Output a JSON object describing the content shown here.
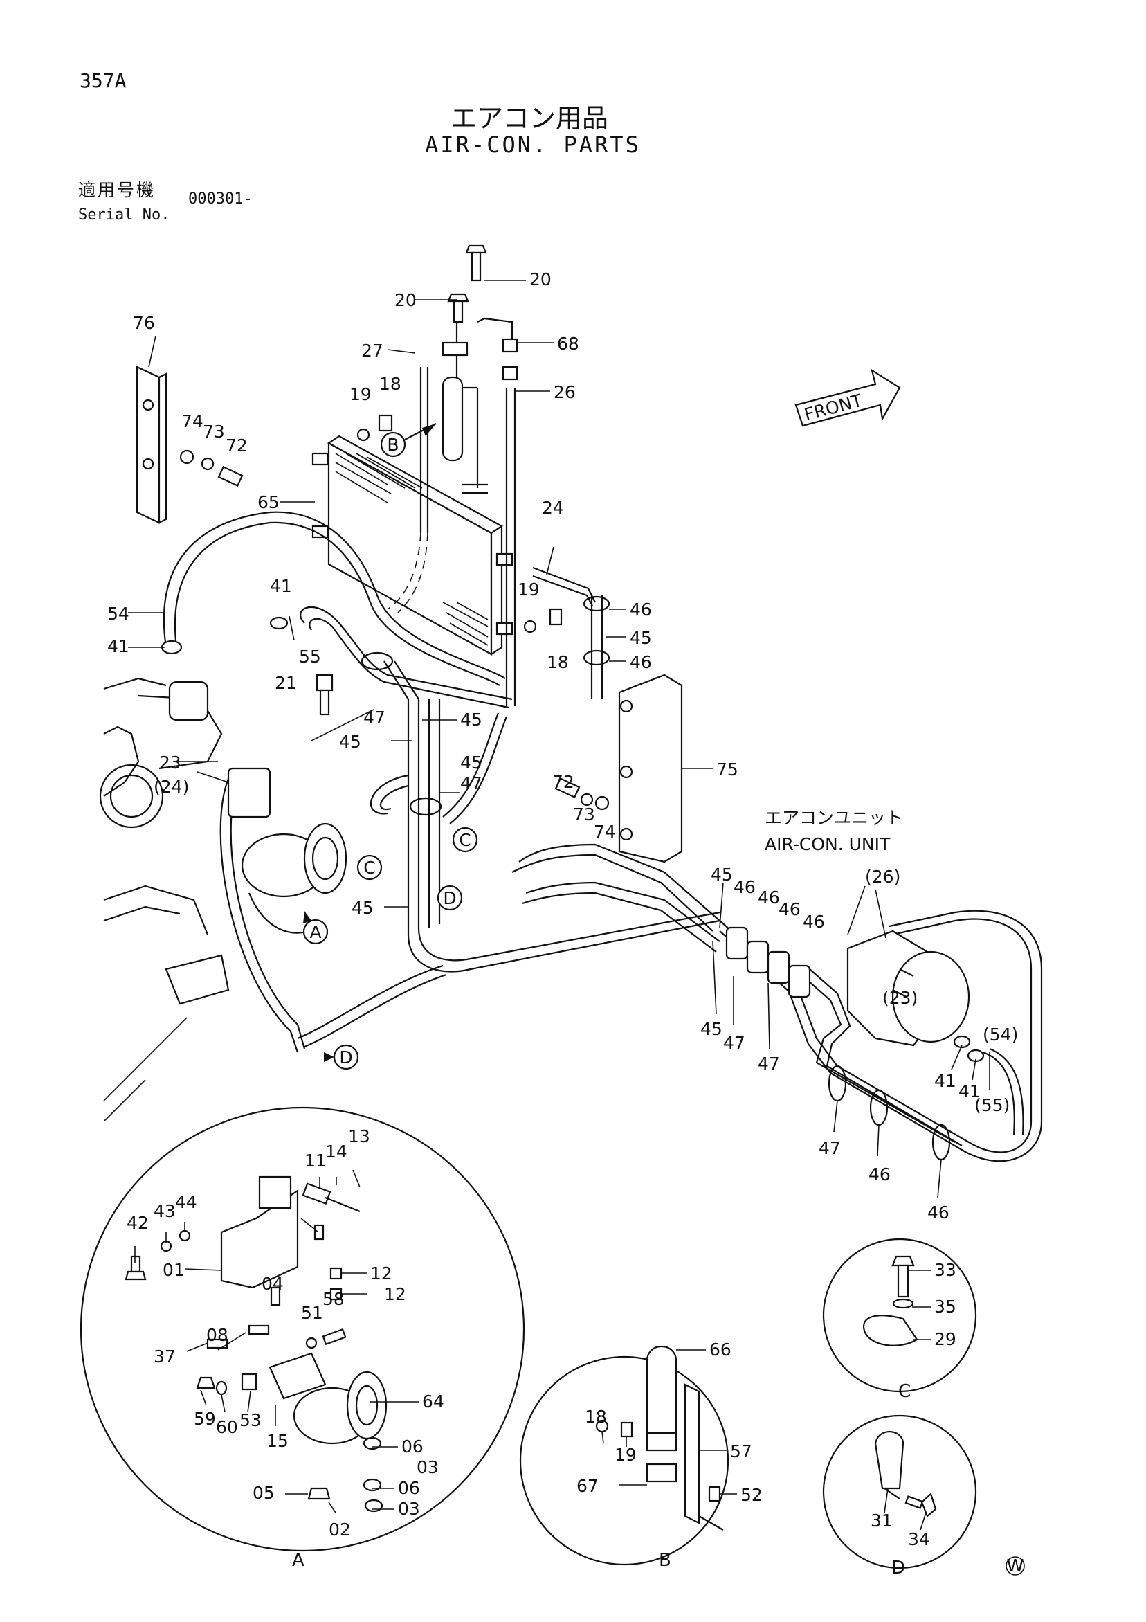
{
  "header": {
    "page_no": "357A",
    "title_jp": "エアコン用品",
    "title_en": "AIR-CON. PARTS",
    "serial_label_jp": "適用号機",
    "serial_label_en": "Serial No.",
    "serial_value": "000301-"
  },
  "callouts": {
    "front": "FRONT",
    "unit_jp": "エアコンユニット",
    "unit_en": "AIR-CON. UNIT",
    "watermark": "W"
  },
  "markers": {
    "A": "A",
    "B": "B",
    "C": "C",
    "D": "D"
  },
  "labels": {
    "p01": "01",
    "p02": "02",
    "p03": "03",
    "p04": "04",
    "p05": "05",
    "p06": "06",
    "p08": "08",
    "p11": "11",
    "p12": "12",
    "p13": "13",
    "p14": "14",
    "p15": "15",
    "p18": "18",
    "p19": "19",
    "p20": "20",
    "p21": "21",
    "p23": "23",
    "p23p": "(23)",
    "p24": "24",
    "p24p": "(24)",
    "p26": "26",
    "p26p": "(26)",
    "p27": "27",
    "p29": "29",
    "p31": "31",
    "p33": "33",
    "p34": "34",
    "p35": "35",
    "p37": "37",
    "p41": "41",
    "p42": "42",
    "p43": "43",
    "p44": "44",
    "p45": "45",
    "p46": "46",
    "p47": "47",
    "p51": "51",
    "p52": "52",
    "p53": "53",
    "p54": "54",
    "p54p": "(54)",
    "p55": "55",
    "p55p": "(55)",
    "p57": "57",
    "p58": "58",
    "p59": "59",
    "p60": "60",
    "p64": "64",
    "p65": "65",
    "p66": "66",
    "p67": "67",
    "p68": "68",
    "p72": "72",
    "p73": "73",
    "p74": "74",
    "p75": "75",
    "p76": "76"
  }
}
